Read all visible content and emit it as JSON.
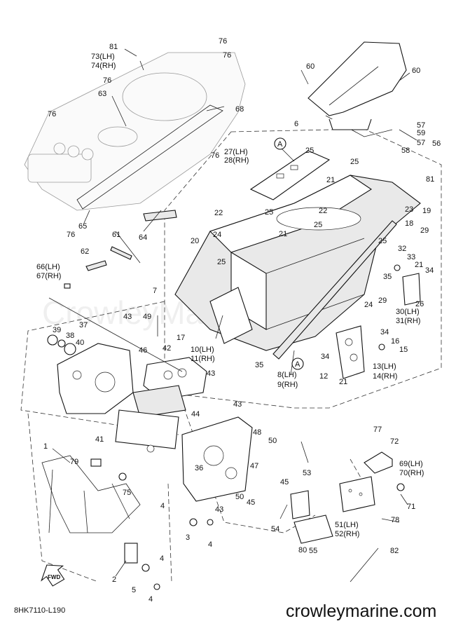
{
  "diagram_code": "8HK7110-L190",
  "website": "crowleymarine.com",
  "watermark": "CrowleyMarine",
  "fwd_label": "FWD",
  "callouts": [
    "1",
    "2",
    "3",
    "4",
    "4",
    "4",
    "4",
    "5",
    "6",
    "7",
    "8(LH)",
    "9(RH)",
    "10(LH)",
    "11(RH)",
    "12",
    "13(LH)",
    "14(RH)",
    "15",
    "16",
    "17",
    "18",
    "19",
    "20",
    "21",
    "21",
    "21",
    "21",
    "22",
    "22",
    "23",
    "24",
    "24",
    "25",
    "25",
    "25",
    "25",
    "25",
    "25",
    "26",
    "27(LH)",
    "28(RH)",
    "29",
    "29",
    "30(LH)",
    "31(RH)",
    "32",
    "33",
    "34",
    "34",
    "34",
    "35",
    "35",
    "36",
    "37",
    "38",
    "39",
    "40",
    "41",
    "42",
    "43",
    "43",
    "43",
    "43",
    "44",
    "45",
    "45",
    "46",
    "47",
    "48",
    "49",
    "50",
    "50",
    "51(LH)",
    "52(RH)",
    "53",
    "54",
    "55",
    "56",
    "57",
    "57",
    "58",
    "59",
    "60",
    "60",
    "61",
    "62",
    "63",
    "64",
    "65",
    "66(LH)",
    "67(RH)",
    "68",
    "69(LH)",
    "70(RH)",
    "71",
    "72",
    "73(LH)",
    "74(RH)",
    "75",
    "76",
    "76",
    "76",
    "76",
    "76",
    "76",
    "77",
    "78",
    "79",
    "80",
    "81",
    "81",
    "82"
  ],
  "ref_markers": [
    "A",
    "A"
  ]
}
